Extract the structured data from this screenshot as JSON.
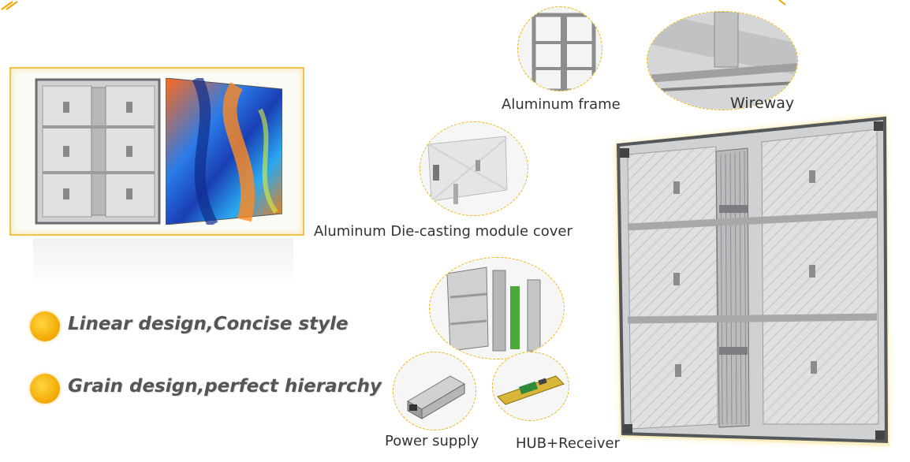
{
  "labels": {
    "aluminum_frame": "Aluminum frame",
    "wireway": "Wireway",
    "module_cover": "Aluminum Die-casting module cover",
    "power_supply": "Power supply",
    "hub_receiver": "HUB+Receiver"
  },
  "features": [
    {
      "text": "Linear design,Concise style"
    },
    {
      "text": "Grain design,perfect hierarchy"
    }
  ],
  "colors": {
    "accent": "#f2a700",
    "frame_border": "#f3c44a"
  }
}
